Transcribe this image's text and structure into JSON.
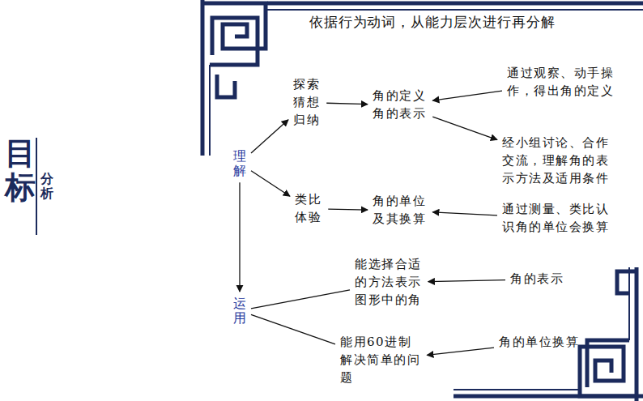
{
  "diagram": {
    "title": "依据行为动词，从能力层次进行再分解",
    "nodes": [
      {
        "text": [
          "理解"
        ]
      },
      {
        "text": [
          "探索 猜想 归纳"
        ]
      },
      {
        "text": [
          "角的定义 角的表示"
        ]
      },
      {
        "text": [
          "通过观察、动手操作，得出角的定义"
        ]
      },
      {
        "text": [
          "经小组讨论、合作交流，理解角的表示方法及适用条件"
        ]
      },
      {
        "text": [
          "类比 体验"
        ]
      },
      {
        "text": [
          "角的单位 及其换算"
        ]
      },
      {
        "text": [
          "通过测量、类比认识角的单位会换算"
        ]
      },
      {
        "text": [
          "运用"
        ]
      },
      {
        "text": [
          "能选择合适的方法表示图形中的角"
        ]
      },
      {
        "text": [
          "角的表示"
        ]
      },
      {
        "text": [
          "能用60进制解决简单的问题"
        ]
      },
      {
        "text": [
          "角的单位换算"
        ]
      }
    ],
    "edges": [
      {
        "from": 0,
        "to": 1,
        "arrow": "to"
      },
      {
        "from": 1,
        "to": 2,
        "arrow": "to"
      },
      {
        "from": 3,
        "to": 2,
        "arrow": "to"
      },
      {
        "from": 2,
        "to": 4,
        "arrow": "to"
      },
      {
        "from": 0,
        "to": 5,
        "arrow": "to"
      },
      {
        "from": 5,
        "to": 6,
        "arrow": "to"
      },
      {
        "from": 7,
        "to": 6,
        "arrow": "to"
      },
      {
        "from": 0,
        "to": 8,
        "arrow": "to"
      },
      {
        "from": 8,
        "to": 9,
        "arrow": "none"
      },
      {
        "from": 10,
        "to": 9,
        "arrow": "to"
      },
      {
        "from": 8,
        "to": 11,
        "arrow": "none"
      },
      {
        "from": 12,
        "to": 11,
        "arrow": "to"
      }
    ],
    "labels": [
      "目标",
      "分析"
    ]
  }
}
